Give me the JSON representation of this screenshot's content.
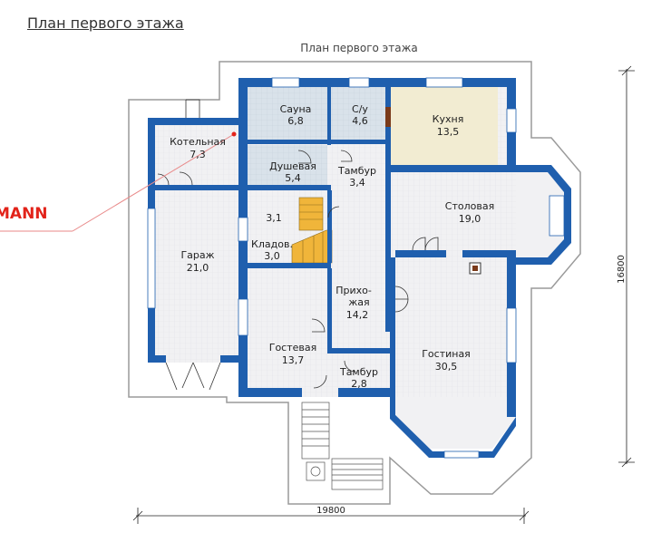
{
  "page_heading": "План первого этажа",
  "plan_caption": "План первого этажа",
  "dimensions": {
    "width": "19800",
    "height": "16800"
  },
  "brand_fragment": "MANN",
  "rooms": {
    "sauna": {
      "name": "Сауна",
      "area": "6,8"
    },
    "wc": {
      "name": "С/у",
      "area": "4,6"
    },
    "kitchen": {
      "name": "Кухня",
      "area": "13,5"
    },
    "boiler": {
      "name": "Котельная",
      "area": "7,3"
    },
    "shower": {
      "name": "Душевая",
      "area": "5,4"
    },
    "vestibule_top": {
      "name": "Тамбур",
      "area": "3,4"
    },
    "dining": {
      "name": "Столовая",
      "area": "19,0"
    },
    "stairs_small": {
      "area": "3,1"
    },
    "storage": {
      "name": "Кладов.",
      "area": "3,0"
    },
    "garage": {
      "name": "Гараж",
      "area": "21,0"
    },
    "hall": {
      "name_line1": "Прихо-",
      "name_line2": "жая",
      "area": "14,2"
    },
    "guest": {
      "name": "Гостевая",
      "area": "13,7"
    },
    "living": {
      "name": "Гостиная",
      "area": "30,5"
    },
    "vestibule_bottom": {
      "name": "Тамбур",
      "area": "2,8"
    }
  },
  "colors": {
    "wall": "#1f5fae",
    "outline": "#9a9a9a",
    "floor": "#f1f1f3",
    "tile": "#d9e2ea",
    "kitchen": "#f2ecd2",
    "stairs": "#f0b53a",
    "brand": "#e2231a"
  }
}
